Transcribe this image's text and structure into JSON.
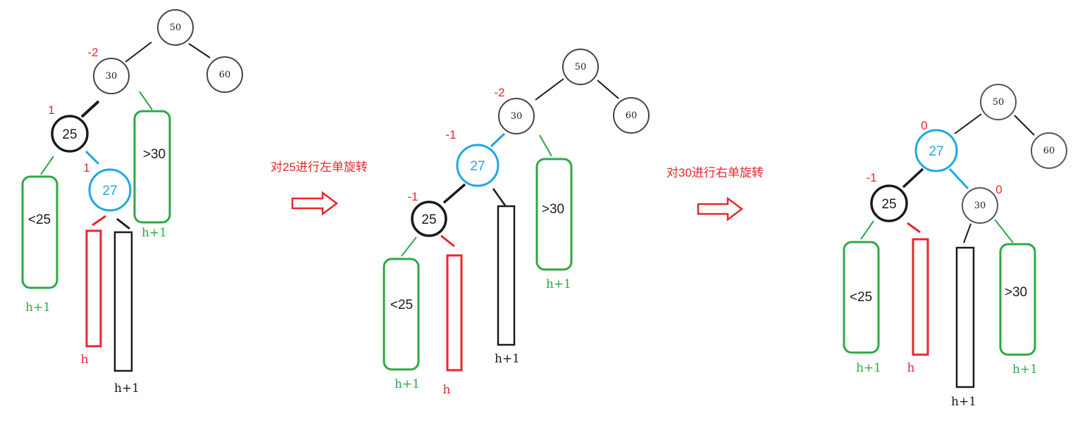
{
  "colors": {
    "black": "#1a1a1a",
    "gray": "#444444",
    "red": "#e8262b",
    "blue": "#1ea7e1",
    "green": "#2ea844"
  },
  "step1_label": "对25进行左单旋转",
  "step2_label": "对30进行右单旋转",
  "diagrams": [
    {
      "nodes": [
        {
          "key": "50"
        },
        {
          "key": "30"
        },
        {
          "key": "60"
        },
        {
          "key": "25"
        },
        {
          "key": "27"
        }
      ],
      "balance": [
        "-2",
        "1",
        "1"
      ],
      "subtrees": [
        ">30",
        "<25"
      ],
      "heights": [
        "h+1",
        "h+1",
        "h",
        "h+1"
      ]
    },
    {
      "nodes": [
        {
          "key": "50"
        },
        {
          "key": "30"
        },
        {
          "key": "60"
        },
        {
          "key": "27"
        },
        {
          "key": "25"
        }
      ],
      "balance": [
        "-2",
        "-1",
        "-1"
      ],
      "subtrees": [
        ">30",
        "<25"
      ],
      "heights": [
        "h+1",
        "h+1",
        "h",
        "h+1"
      ]
    },
    {
      "nodes": [
        {
          "key": "50"
        },
        {
          "key": "27"
        },
        {
          "key": "60"
        },
        {
          "key": "25"
        },
        {
          "key": "30"
        }
      ],
      "balance": [
        "0",
        "-1",
        "0"
      ],
      "subtrees": [
        "<25",
        ">30"
      ],
      "heights": [
        "h+1",
        "h",
        "h+1",
        "h+1"
      ]
    }
  ]
}
